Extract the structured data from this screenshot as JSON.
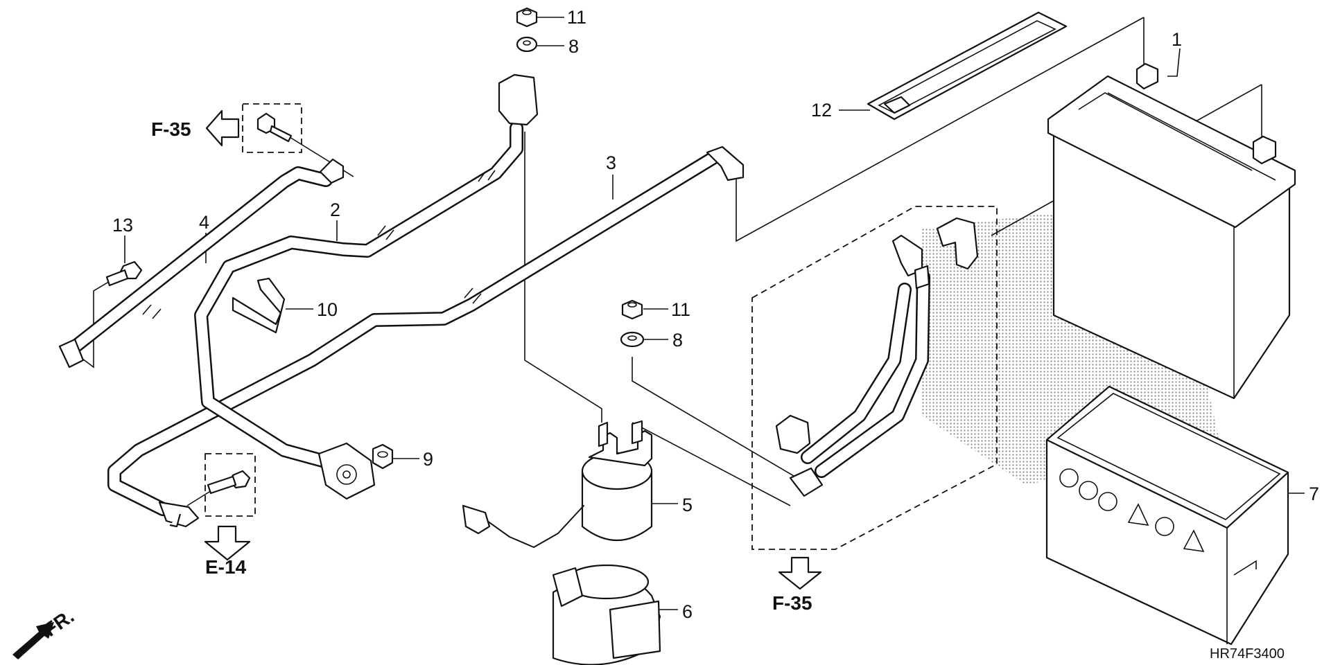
{
  "callouts": {
    "n1": "1",
    "n2": "2",
    "n3": "3",
    "n4": "4",
    "n5": "5",
    "n6": "6",
    "n7": "7",
    "n8a": "8",
    "n8b": "8",
    "n9": "9",
    "n10": "10",
    "n11a": "11",
    "n11b": "11",
    "n12": "12",
    "n13": "13"
  },
  "references": {
    "f35_left": "F-35",
    "f35_bottom": "F-35",
    "e14": "E-14",
    "front": "FR."
  },
  "diagram_code": "HR74F3400"
}
